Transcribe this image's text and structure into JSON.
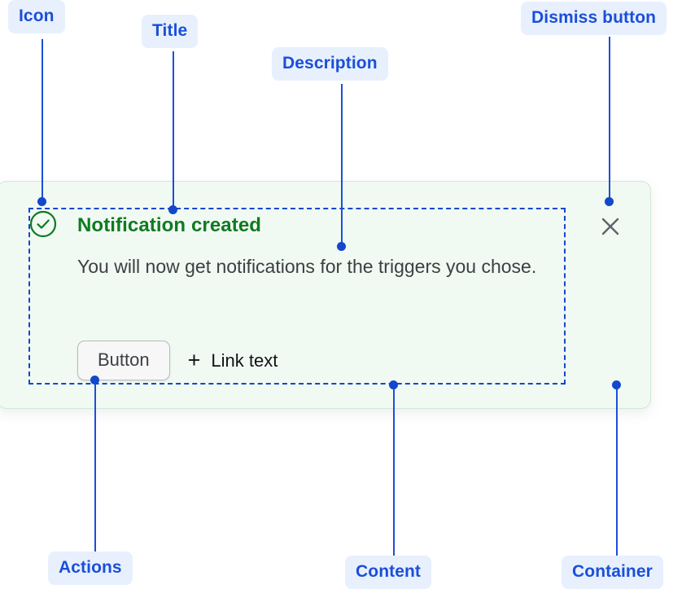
{
  "notification": {
    "icon": "success-check-circle-icon",
    "title": "Notification created",
    "description": "You will now get notifications for the triggers you chose.",
    "actions": {
      "button_label": "Button",
      "link_plus_icon": "+",
      "link_label": "Link text"
    },
    "dismiss_icon": "close-x-icon"
  },
  "annotations": [
    {
      "key": "icon",
      "label": "Icon"
    },
    {
      "key": "title",
      "label": "Title"
    },
    {
      "key": "description",
      "label": "Description"
    },
    {
      "key": "dismiss_button",
      "label": "Dismiss button"
    },
    {
      "key": "actions",
      "label": "Actions"
    },
    {
      "key": "content",
      "label": "Content"
    },
    {
      "key": "container",
      "label": "Container"
    }
  ],
  "colors": {
    "annotation_text": "#1a4fd8",
    "annotation_background": "#e8f0fe",
    "leader_line": "#1347cc",
    "container_background": "#f1f9f3",
    "container_border": "#cfe8d6",
    "content_outline": "#1347cc",
    "title_text": "#0f7a21",
    "description_text": "#3c4043",
    "success_icon": "#0f7a21",
    "button_background": "#f7f7f7",
    "button_border": "#b9bcc0",
    "dismiss_icon": "#5f6368"
  }
}
